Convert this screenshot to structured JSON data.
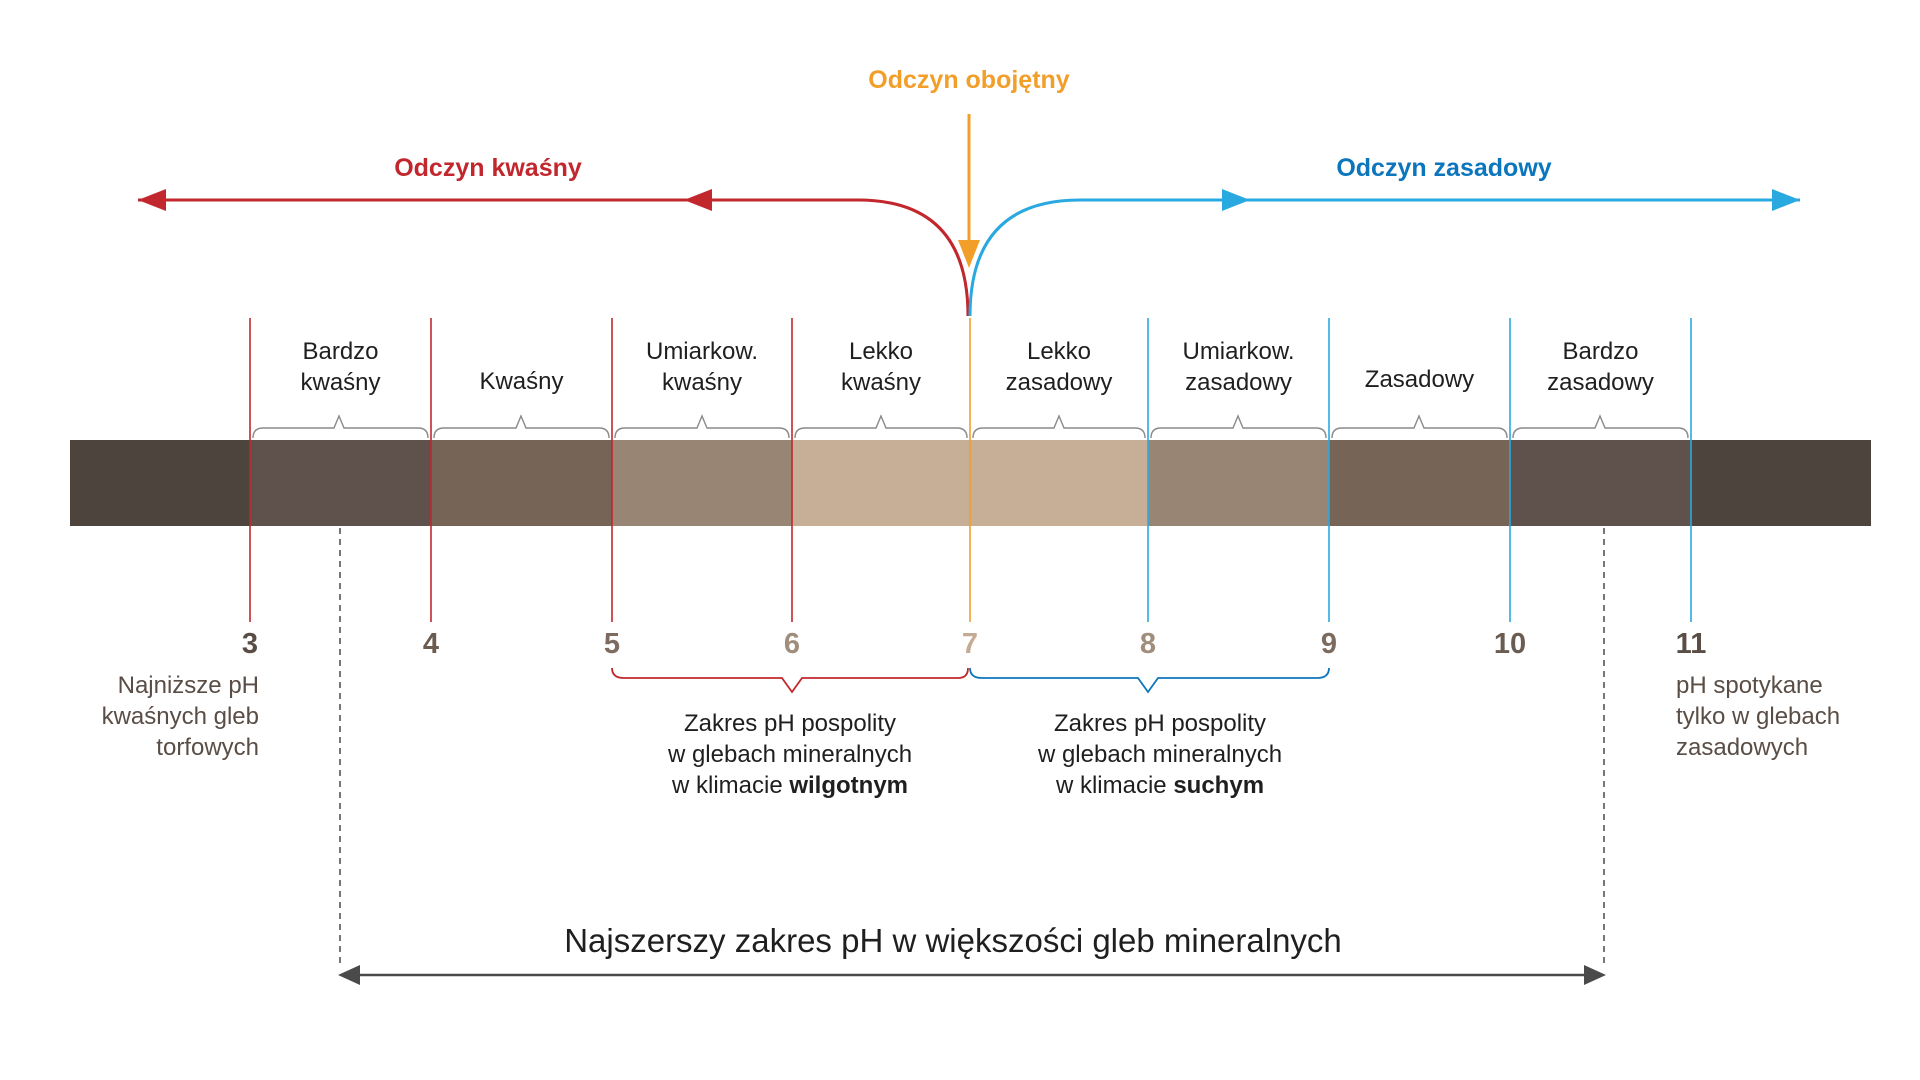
{
  "headings": {
    "neutral": "Odczyn obojętny",
    "acidic": "Odczyn kwaśny",
    "alkaline": "Odczyn zasadowy"
  },
  "categories": [
    {
      "line1": "Bardzo",
      "line2": "kwaśny"
    },
    {
      "line1": "Kwaśny",
      "line2": ""
    },
    {
      "line1": "Umiarkow.",
      "line2": "kwaśny"
    },
    {
      "line1": "Lekko",
      "line2": "kwaśny"
    },
    {
      "line1": "Lekko",
      "line2": "zasadowy"
    },
    {
      "line1": "Umiarkow.",
      "line2": "zasadowy"
    },
    {
      "line1": "Zasadowy",
      "line2": ""
    },
    {
      "line1": "Bardzo",
      "line2": "zasadowy"
    }
  ],
  "ph_values": [
    "3",
    "4",
    "5",
    "6",
    "7",
    "8",
    "9",
    "10",
    "11"
  ],
  "notes": {
    "low": {
      "l1": "Najniższe pH",
      "l2": "kwaśnych gleb",
      "l3": "torfowych"
    },
    "high": {
      "l1": "pH spotykane",
      "l2": "tylko w glebach",
      "l3": "zasadowych"
    }
  },
  "ranges": {
    "humid": {
      "l1": "Zakres pH pospolity",
      "l2": "w glebach mineralnych",
      "l3_prefix": "w klimacie ",
      "l3_bold": "wilgotnym"
    },
    "dry": {
      "l1": "Zakres pH pospolity",
      "l2": "w glebach mineralnych",
      "l3_prefix": "w klimacie ",
      "l3_bold": "suchym"
    }
  },
  "bottom_title": "Najszerszy zakres pH w większości gleb mineralnych",
  "colors": {
    "acid": "#c1272d",
    "neutral": "#f29f2a",
    "alkaline": "#2aa9e0",
    "alkaline_text": "#0c76bd",
    "soil_very_dark": "#4e443e",
    "soil_dark": "#5f524c",
    "soil_mid": "#766457",
    "soil_light": "#988573",
    "soil_lightest": "#c7ae96"
  }
}
